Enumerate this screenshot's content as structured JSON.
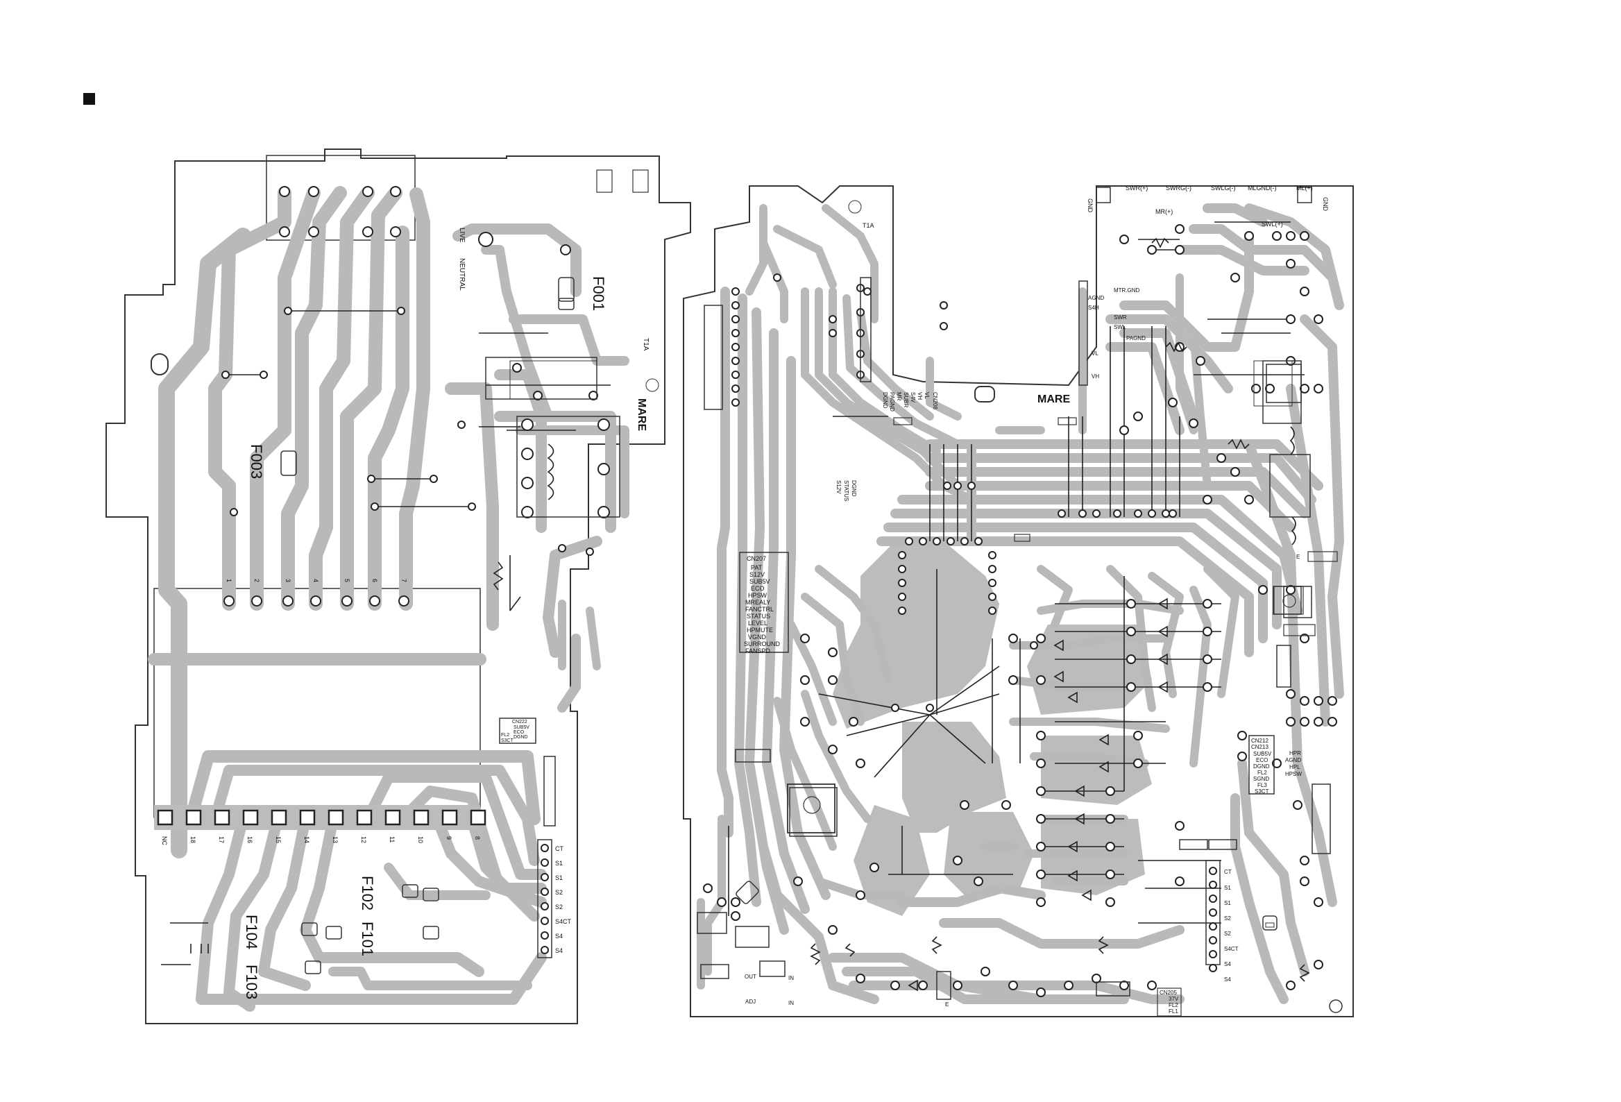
{
  "section_marker": "■",
  "left_board": {
    "power_labels": [
      "LIVE",
      "NEUTRAL"
    ],
    "fuses": [
      "F001",
      "F003",
      "F102",
      "F101",
      "F104",
      "F103"
    ],
    "logo": "T1A",
    "brand": "MARE",
    "top_pins": [
      "1",
      "2",
      "3",
      "4",
      "5",
      "6",
      "7"
    ],
    "bottom_pins": [
      "NC",
      "18",
      "17",
      "16",
      "15",
      "14",
      "13",
      "12",
      "11",
      "10",
      "9",
      "8"
    ],
    "connector_right": [
      "CT",
      "S1",
      "S1",
      "S2",
      "S2",
      "S4CT",
      "S4",
      "S4"
    ],
    "connector_small": [
      "CN222",
      "SUB5V",
      "ECO",
      "DGND",
      "FL2",
      "S3CT"
    ]
  },
  "right_board": {
    "logo": "T1A",
    "brand": "MARE",
    "top_labels": [
      "GND",
      "SWR(+)",
      "SWRG(-)",
      "MR(+)",
      "SWLG(-)",
      "MLGND(-)",
      "ML(+)",
      "SWL(+)",
      "GND"
    ],
    "cn_top_block": [
      "CN208",
      "VL",
      "VH",
      "S4V",
      "SUBR",
      "MR",
      "PAGND",
      "DGND"
    ],
    "mid_right_labels": [
      "MTR.GND",
      "AGND",
      "S4H",
      "SWR",
      "SWL",
      "PAGND",
      "VL",
      "VH"
    ],
    "cn207_block": [
      "CN207",
      "PAT",
      "S12V",
      "SUB5V",
      "ECO",
      "HPSW",
      "MREALY",
      "FANCTRL",
      "STATUS",
      "LEVEL",
      "HPMUTE",
      "VGND",
      "SURROUND",
      "FANSPD"
    ],
    "status_block": [
      "DGND",
      "STATUS",
      "S12V"
    ],
    "cn212_block": [
      "CN212",
      "CN213",
      "SUB5V",
      "ECO",
      "DGND",
      "FL2",
      "SGND",
      "FL3",
      "S3CT"
    ],
    "hp_block": [
      "HPR",
      "AGND",
      "HPL",
      "HPSW"
    ],
    "connector_right": [
      "CT",
      "S1",
      "S1",
      "S2",
      "S2",
      "S4CT",
      "S4",
      "S4"
    ],
    "cn205_block": [
      "CN205",
      "37V",
      "FL2",
      "FL1"
    ],
    "small_labels": [
      "OUT",
      "IN",
      "ADJ",
      "IN",
      "E",
      "E"
    ]
  }
}
